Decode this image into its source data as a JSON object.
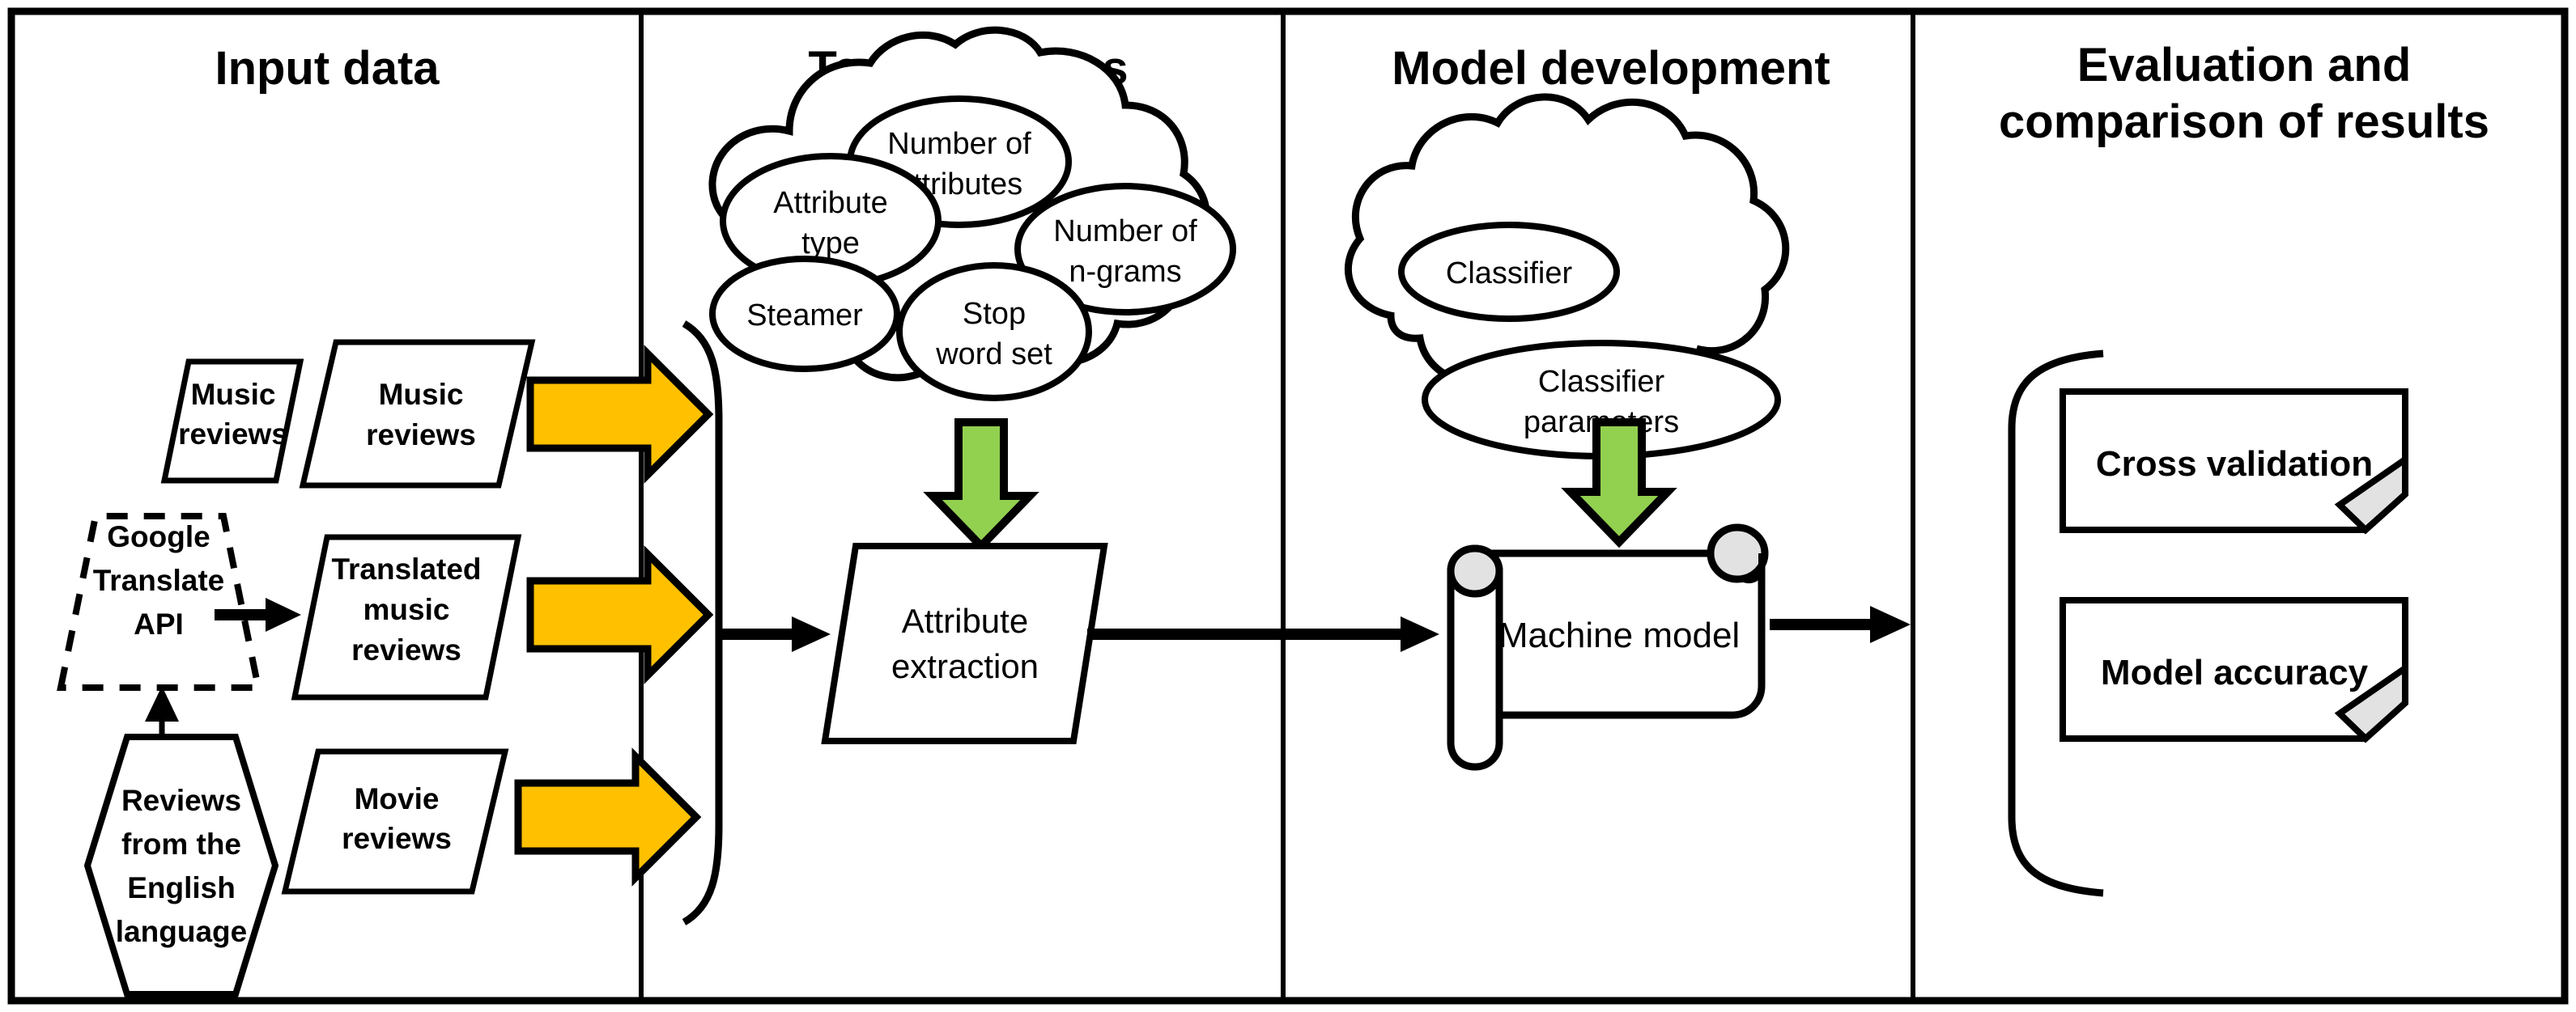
{
  "figure": {
    "kind": "research-methodology-flow-diagram",
    "panels": [
      {
        "id": "input-data",
        "title": "Input data"
      },
      {
        "id": "text-attributes",
        "title": "Text attributes"
      },
      {
        "id": "model-development",
        "title": "Model development"
      },
      {
        "id": "evaluation",
        "title_line1": "Evaluation and",
        "title_line2": "comparison of results"
      }
    ]
  },
  "input_data": {
    "google_translate": {
      "line1": "Google",
      "line2": "Translate",
      "line3": "API"
    },
    "english_reviews": {
      "line1": "Reviews",
      "line2": "from the",
      "line3": "English",
      "line4": "language"
    },
    "datasets": [
      {
        "id": "music-reviews",
        "line1": "Music",
        "line2": "reviews"
      },
      {
        "id": "translated-music-reviews",
        "line1": "Translated",
        "line2": "music",
        "line3": "reviews"
      },
      {
        "id": "movie-reviews",
        "line1": "Movie",
        "line2": "reviews"
      }
    ]
  },
  "text_attributes": {
    "cloud_items": [
      {
        "id": "number-of-attributes",
        "line1": "Number of",
        "line2": "attributes"
      },
      {
        "id": "attribute-type",
        "line1": "Attribute",
        "line2": "type"
      },
      {
        "id": "number-of-n-grams",
        "line1": "Number of",
        "line2": "n-grams"
      },
      {
        "id": "steamer",
        "line1": "Steamer",
        "line2": ""
      },
      {
        "id": "stop-word-set",
        "line1": "Stop",
        "line2": "word set"
      }
    ],
    "process": {
      "id": "attribute-extraction",
      "line1": "Attribute",
      "line2": "extraction"
    }
  },
  "model_development": {
    "cloud_items": [
      {
        "id": "classifier",
        "line1": "Classifier",
        "line2": ""
      },
      {
        "id": "classifier-parameters",
        "line1": "Classifier",
        "line2": "parameters"
      }
    ],
    "artifact": {
      "id": "machine-model",
      "label": "Machine model"
    }
  },
  "evaluation": {
    "results": [
      {
        "id": "cross-validation",
        "label": "Cross validation"
      },
      {
        "id": "model-accuracy",
        "label": "Model accuracy"
      }
    ]
  },
  "colors": {
    "data_flow_arrow": "#FFC000",
    "config_arrow": "#92D050",
    "outline": "#000000",
    "fold_shade": "#E2E2E2",
    "background": "#FFFFFF"
  }
}
